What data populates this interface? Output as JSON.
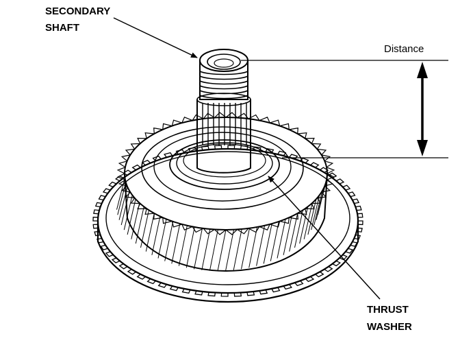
{
  "labels": {
    "secondary_shaft_line1": "SECONDARY",
    "secondary_shaft_line2": "SHAFT",
    "distance": "Distance",
    "thrust_washer_line1": "THRUST",
    "thrust_washer_line2": "WASHER"
  },
  "colors": {
    "ink": "#000000",
    "paper": "#ffffff"
  }
}
